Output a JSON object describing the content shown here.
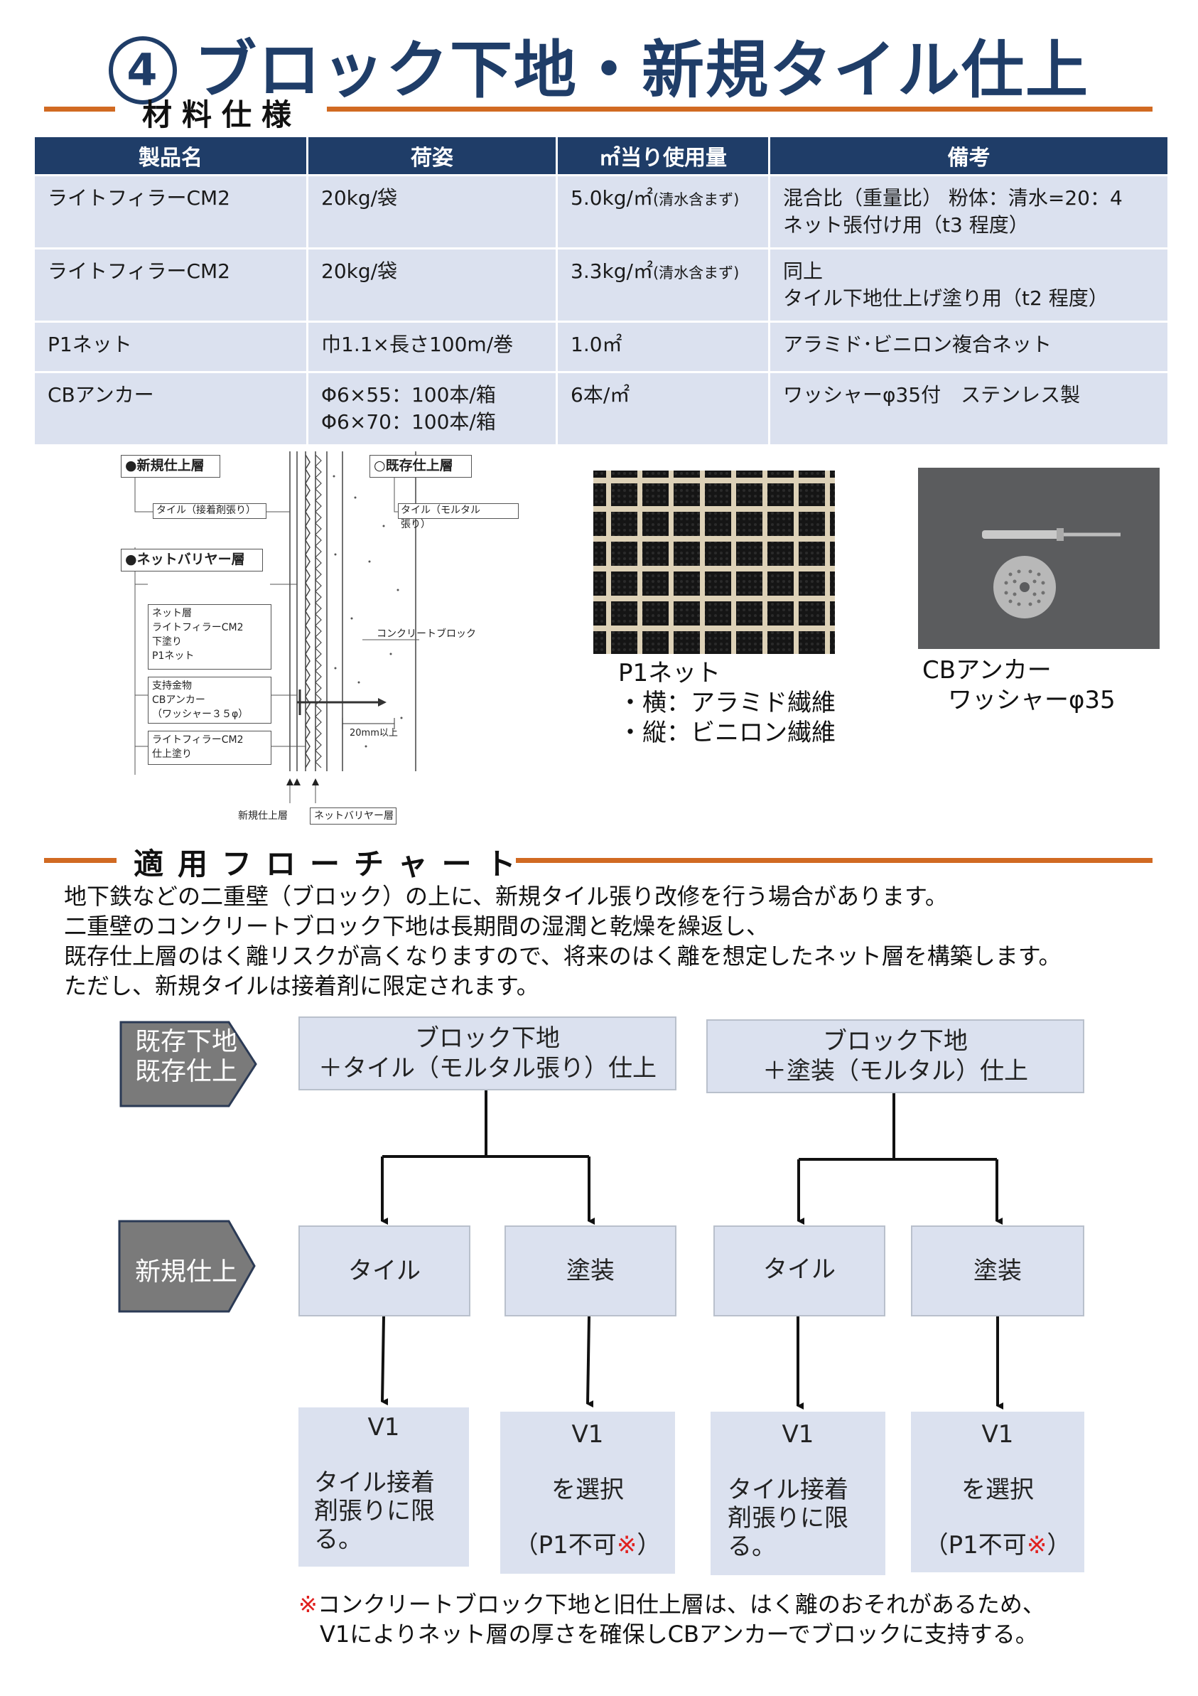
{
  "title": {
    "number": "4",
    "text": "ブロック下地・新規タイル仕上"
  },
  "materials_section": {
    "heading": "材料仕様"
  },
  "spec_table": {
    "headers": [
      "製品名",
      "荷姿",
      "㎡当り使用量",
      "備考"
    ],
    "rows": [
      {
        "name": "ライトフィラーCM2",
        "package": "20kg/袋",
        "usage": "5.0kg/㎡",
        "usage_note": "(清水含まず)",
        "remarks": [
          "混合比（重量比） 粉体：清水=20：4",
          "ネット張付け用（t3 程度）"
        ]
      },
      {
        "name": "ライトフィラーCM2",
        "package": "20kg/袋",
        "usage": "3.3kg/㎡",
        "usage_note": "(清水含まず)",
        "remarks": [
          "同上",
          "タイル下地仕上げ塗り用（t2 程度）"
        ]
      },
      {
        "name": "P1ネット",
        "package": "巾1.1×長さ100m/巻",
        "usage": "1.0㎡",
        "usage_note": "",
        "remarks": [
          "アラミド･ビニロン複合ネット"
        ]
      },
      {
        "name": "CBアンカー",
        "package": "Φ6×55：100本/箱",
        "package2": "Φ6×70：100本/箱",
        "usage": "6本/㎡",
        "usage_note": "",
        "remarks": [
          "ワッシャーφ35付　ステンレス製"
        ]
      }
    ]
  },
  "diagram": {
    "new_layer": "●新規仕上層",
    "tile_adhesive": "タイル（接着剤張り）",
    "existing_layer": "○既存仕上層",
    "tile_mortar": "タイル（モルタル張り）",
    "net_barrier": "●ネットバリヤー層",
    "net_layer": [
      "ネット層",
      "ライトフィラーCM2",
      "下塗り",
      "P1ネット"
    ],
    "support": [
      "支持金物",
      "CBアンカー",
      "（ワッシャー３５φ）"
    ],
    "finish_coat": [
      "ライトフィラーCM2",
      "仕上塗り"
    ],
    "concrete_block": "コンクリートブロック",
    "depth": "20mm以上",
    "bottom_new": "新規仕上層",
    "bottom_barrier": "ネットバリヤー層"
  },
  "net_photo_caption": [
    "P1ネット",
    "・横：アラミド繊維",
    "・縦：ビニロン繊維"
  ],
  "anchor_photo_caption": [
    "CBアンカー",
    "ワッシャーφ35"
  ],
  "flow_section": {
    "heading": "適用フローチャート"
  },
  "intro": [
    "地下鉄などの二重壁（ブロック）の上に、新規タイル張り改修を行う場合があります。",
    "二重壁のコンクリートブロック下地は長期間の湿潤と乾燥を繰返し、",
    "既存仕上層のはく離リスクが高くなりますので、将来のはく離を想定したネット層を構築します。",
    "ただし、新規タイルは接着剤に限定されます。"
  ],
  "flow": {
    "label_existing": [
      "既存下地",
      "既存仕上"
    ],
    "label_new": "新規仕上",
    "existing_a": [
      "ブロック下地",
      "＋タイル（モルタル張り）仕上"
    ],
    "existing_b": [
      "ブロック下地",
      "＋塗装（モルタル）仕上"
    ],
    "new_tile": "タイル",
    "new_paint": "塗装",
    "v1": "V1",
    "result_tile": [
      "タイル接着",
      "剤張りに限",
      "る。"
    ],
    "result_select": "を選択",
    "result_p1_prefix": "（P1不可",
    "result_p1_mark": "※",
    "result_p1_suffix": "）"
  },
  "note": [
    "※コンクリートブロック下地と旧仕上層は、はく離のおそれがあるため、",
    "V1によりネット層の厚さを確保しCBアンカーでブロックに支持する。"
  ],
  "colors": {
    "navy": "#1f3d68",
    "orange": "#d16a22",
    "cell": "#dbe1ef",
    "arrow_gray": "#7a7a7a",
    "red": "#e0201e"
  }
}
